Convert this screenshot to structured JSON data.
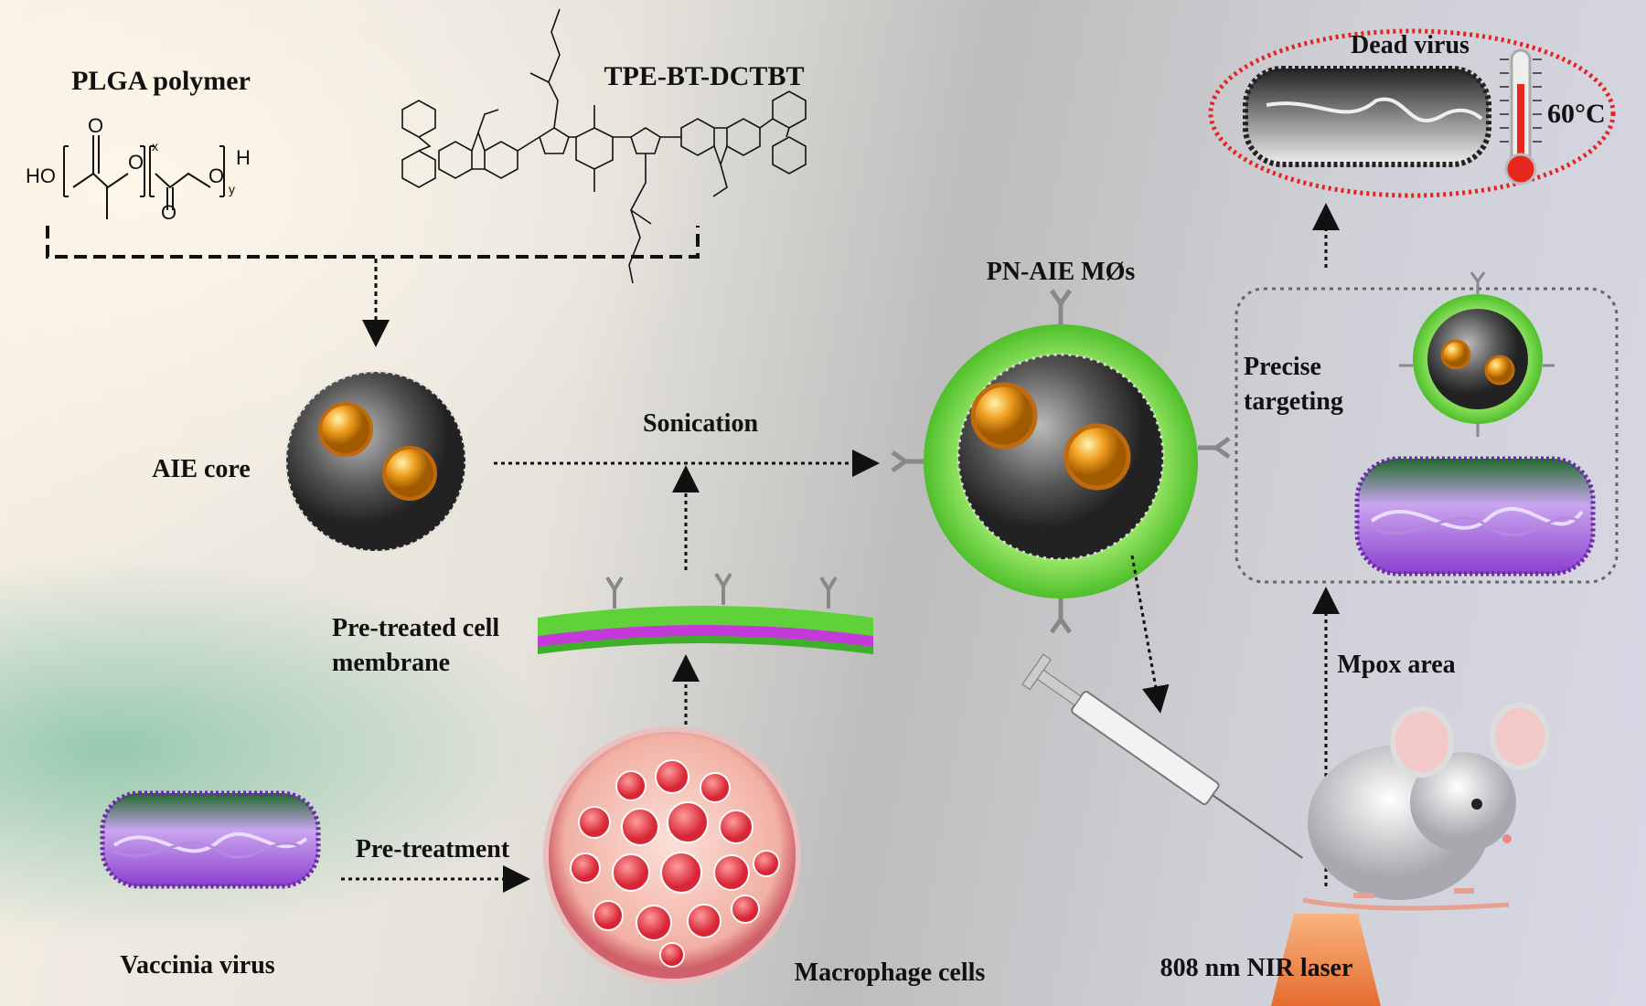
{
  "labels": {
    "plga": "PLGA polymer",
    "tpe": "TPE-BT-DCTBT",
    "aie_core": "AIE core",
    "sonication": "Sonication",
    "pn_aie": "PN-AIE MØs",
    "dead_virus": "Dead virus",
    "temperature": "60°C",
    "precise_targeting_1": "Precise",
    "precise_targeting_2": "targeting",
    "mpox_area": "Mpox area",
    "membrane_1": "Pre-treated cell",
    "membrane_2": "membrane",
    "pretreatment": "Pre-treatment",
    "vaccinia": "Vaccinia virus",
    "macrophage": "Macrophage cells",
    "laser": "808 nm NIR laser"
  },
  "plga_structure": {
    "ho": "HO",
    "o1": "O",
    "o2": "O",
    "o3": "O",
    "o4": "O",
    "x": "x",
    "y": "y",
    "h": "H"
  },
  "colors": {
    "red_dotted": "#e52222",
    "green_shell": "#7ddc4a",
    "orange_dye": "#e8961e",
    "virus_purple": "#9b4fd0",
    "laser": "#f07020"
  }
}
